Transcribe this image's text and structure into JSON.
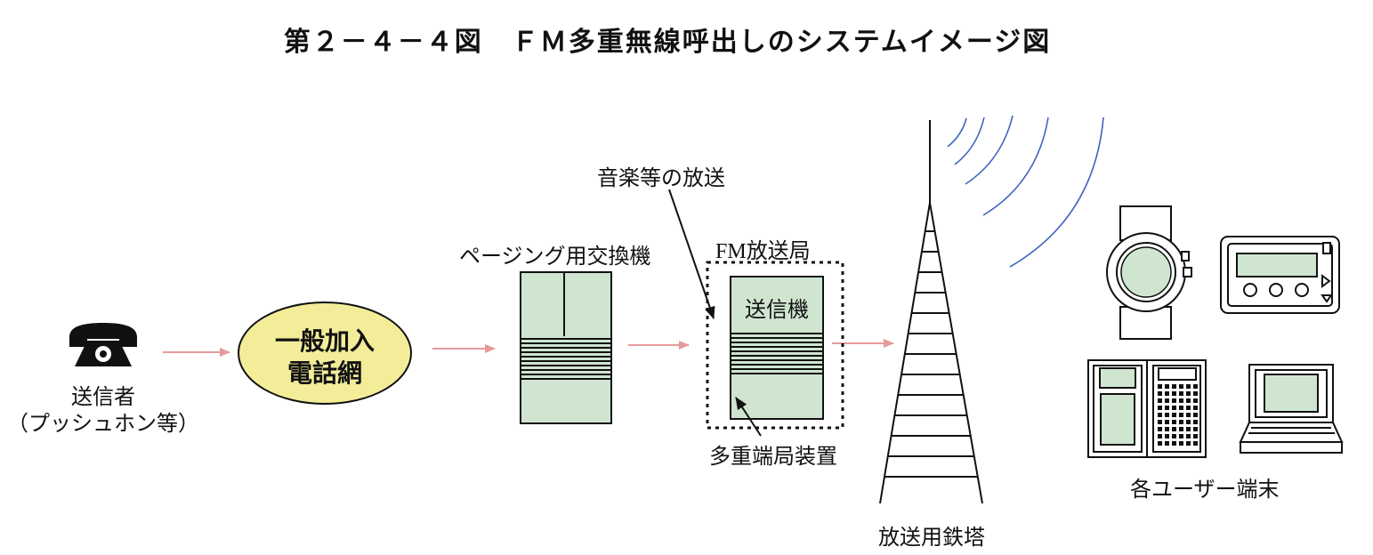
{
  "title": "第２－４－４図　ＦＭ多重無線呼出しのシステムイメージ図",
  "nodes": {
    "sender_line1": "送信者",
    "sender_line2": "（プッシュホン等）",
    "network_line1": "一般加入",
    "network_line2": "電話網",
    "exchange": "ページング用交換機",
    "station": "FM放送局",
    "transmitter": "送信機",
    "music": "音楽等の放送",
    "multiplexer": "多重端局装置",
    "tower": "放送用鉄塔",
    "terminals": "各ユーザー端末"
  },
  "colors": {
    "equipment_fill": "#cfe5d0",
    "network_fill": "#f3ed9a",
    "arrow": "#e69a9a",
    "radio_wave": "#3f64c0"
  },
  "icons": [
    "telephone-icon",
    "wristwatch-pager-icon",
    "pocket-pager-icon",
    "organizer-icon",
    "laptop-icon"
  ]
}
